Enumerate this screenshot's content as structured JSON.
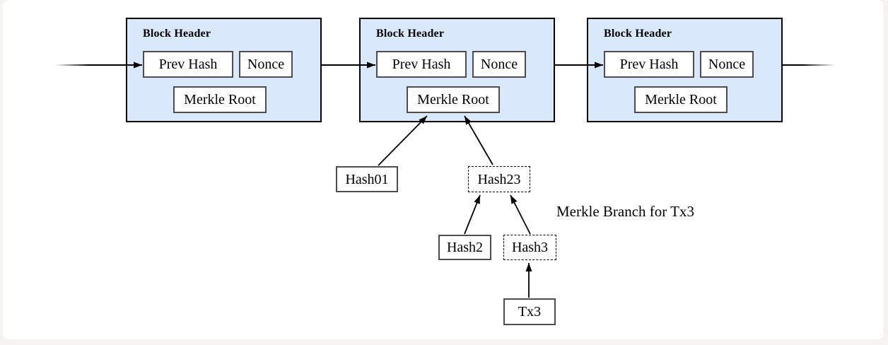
{
  "diagram": {
    "colors": {
      "frame": "#f5f3ef",
      "canvas": "#ffffff",
      "block_fill": "#dae8fc",
      "block_stroke": "#000000",
      "inner_box_stroke": "#4d4d4d",
      "text": "#000000"
    },
    "blocks": [
      {
        "title": "Block Header",
        "prev_hash": "Prev Hash",
        "nonce": "Nonce",
        "merkle_root": "Merkle Root"
      },
      {
        "title": "Block Header",
        "prev_hash": "Prev Hash",
        "nonce": "Nonce",
        "merkle_root": "Merkle Root"
      },
      {
        "title": "Block Header",
        "prev_hash": "Prev Hash",
        "nonce": "Nonce",
        "merkle_root": "Merkle Root"
      }
    ],
    "merkle_tree": {
      "hash01": "Hash01",
      "hash23": "Hash23",
      "hash2": "Hash2",
      "hash3": "Hash3",
      "tx3": "Tx3",
      "annotation": "Merkle Branch for Tx3"
    }
  }
}
